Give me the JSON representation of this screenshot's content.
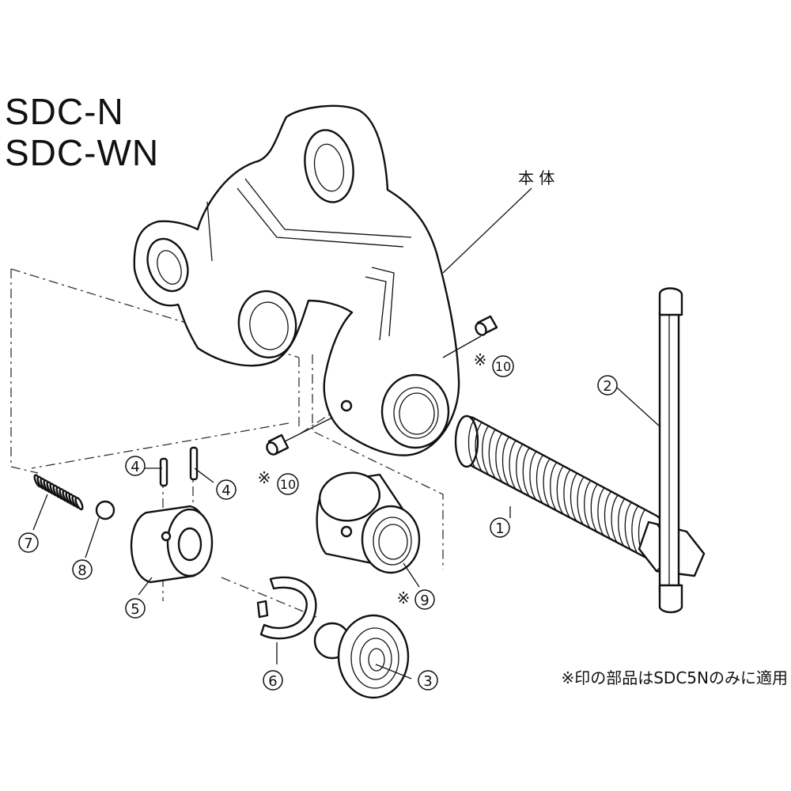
{
  "title": {
    "line1": "SDC-N",
    "line2": "SDC-WN"
  },
  "labels": {
    "body": "本 体",
    "part_1": "1",
    "part_2": "2",
    "part_3": "3",
    "part_4a": "4",
    "part_4b": "4",
    "part_5": "5",
    "part_6": "6",
    "part_7": "7",
    "part_8": "8",
    "part_9": "9",
    "part_10a": "10",
    "part_10b": "10",
    "marker": "※"
  },
  "note": "※印の部品はSDC5Nのみに適用"
}
